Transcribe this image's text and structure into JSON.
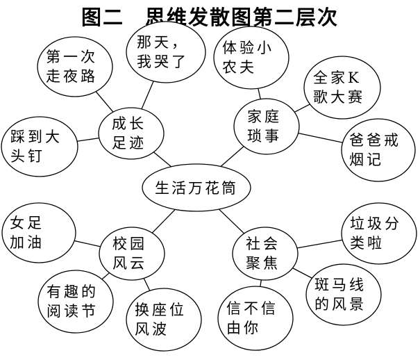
{
  "title": {
    "figure_label": "图二",
    "caption": "思维发散图第二层次"
  },
  "center": {
    "label": "生活万花筒"
  },
  "branches": [
    {
      "label_lines": [
        "成长",
        "足迹"
      ],
      "leaves": [
        {
          "lines": [
            "第一次",
            "走夜路"
          ]
        },
        {
          "lines": [
            "那天，",
            "我哭了"
          ]
        },
        {
          "lines": [
            "踩到大",
            "头钉"
          ]
        }
      ]
    },
    {
      "label_lines": [
        "家庭",
        "琐事"
      ],
      "leaves": [
        {
          "lines": [
            "体验小",
            "农夫"
          ]
        },
        {
          "lines": [
            "全家K",
            "歌大赛"
          ]
        },
        {
          "lines": [
            "爸爸戒",
            "烟记"
          ]
        }
      ]
    },
    {
      "label_lines": [
        "校园",
        "风云"
      ],
      "leaves": [
        {
          "lines": [
            "女足",
            "加油"
          ]
        },
        {
          "lines": [
            "有趣的",
            "阅读节"
          ]
        },
        {
          "lines": [
            "换座位",
            "风波"
          ]
        }
      ]
    },
    {
      "label_lines": [
        "社会",
        "聚焦"
      ],
      "leaves": [
        {
          "lines": [
            "垃圾分",
            "类啦"
          ]
        },
        {
          "lines": [
            "斑马线",
            "的风景"
          ]
        },
        {
          "lines": [
            "信不信",
            "由你"
          ]
        }
      ]
    }
  ]
}
